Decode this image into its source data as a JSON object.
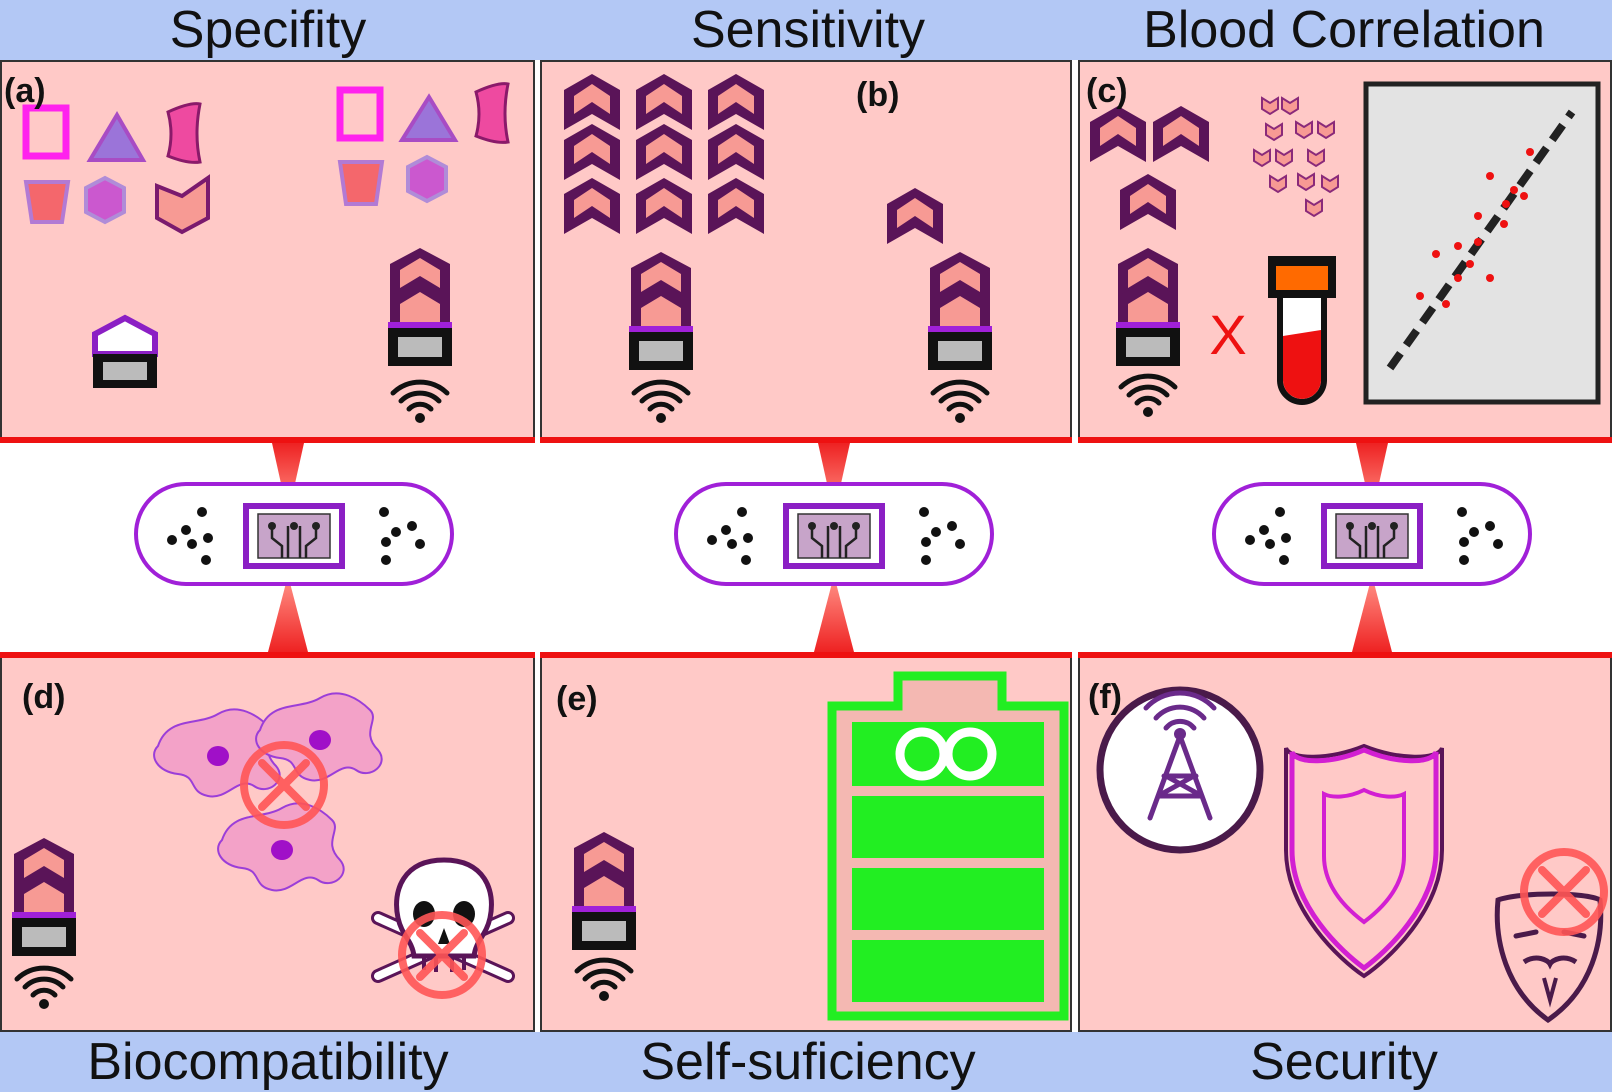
{
  "titles": {
    "specifity": "Specifity",
    "sensitivity": "Sensitivity",
    "blood_correlation": "Blood Correlation",
    "biocompatibility": "Biocompatibility",
    "self_sufficiency": "Self-suficiency",
    "security": "Security"
  },
  "panel_labels": {
    "a": "(a)",
    "b": "(b)",
    "c": "(c)",
    "d": "(d)",
    "e": "(e)",
    "f": "(f)"
  },
  "marks": {
    "x_mark": "X"
  },
  "colors": {
    "band": "#b3c8f5",
    "panel_bg": "#ffc9c7",
    "accent_red": "#ee1111",
    "purple": "#8b1fc4",
    "dark_purple": "#5a1458",
    "salmon": "#f79a94",
    "battery_green": "#22ee22",
    "shield_magenta": "#d21fd2"
  }
}
